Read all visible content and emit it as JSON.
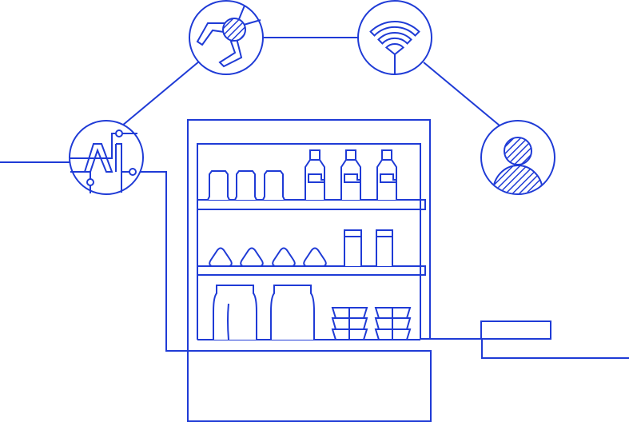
{
  "illustration": {
    "badge_lettering": "AI",
    "stroke_color": "#1f3bd6",
    "background_color": "#ffffff",
    "nodes": [
      "ai-node",
      "robot-gripper-node",
      "wifi-node",
      "customer-node"
    ]
  }
}
